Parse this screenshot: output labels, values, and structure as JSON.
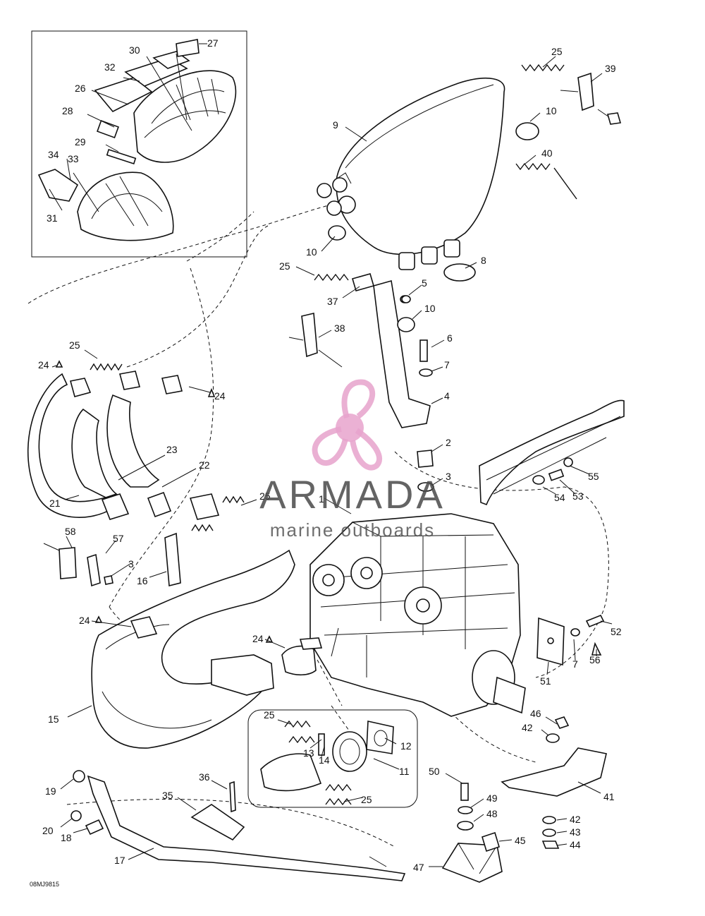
{
  "drawing_code": "08MJ9815",
  "watermark": {
    "name": "ARMADA",
    "subtitle": "marine outboards",
    "logo_color": "#e7a3cc",
    "text_color": "#4a4a4a"
  },
  "callouts": [
    {
      "id": "c27",
      "text": "27"
    },
    {
      "id": "c30",
      "text": "30"
    },
    {
      "id": "c32",
      "text": "32"
    },
    {
      "id": "c26",
      "text": "26"
    },
    {
      "id": "c28",
      "text": "28"
    },
    {
      "id": "c29",
      "text": "29"
    },
    {
      "id": "c34",
      "text": "34"
    },
    {
      "id": "c33",
      "text": "33"
    },
    {
      "id": "c31",
      "text": "31"
    },
    {
      "id": "c25a",
      "text": "25"
    },
    {
      "id": "c39",
      "text": "39"
    },
    {
      "id": "c9",
      "text": "9"
    },
    {
      "id": "c10a",
      "text": "10"
    },
    {
      "id": "c40",
      "text": "40"
    },
    {
      "id": "c10b",
      "text": "10"
    },
    {
      "id": "c8",
      "text": "8"
    },
    {
      "id": "c25b",
      "text": "25"
    },
    {
      "id": "c5",
      "text": "5"
    },
    {
      "id": "c37",
      "text": "37"
    },
    {
      "id": "c10c",
      "text": "10"
    },
    {
      "id": "c38",
      "text": "38"
    },
    {
      "id": "c6",
      "text": "6"
    },
    {
      "id": "c7a",
      "text": "7"
    },
    {
      "id": "c4",
      "text": "4"
    },
    {
      "id": "c2",
      "text": "2"
    },
    {
      "id": "c3a",
      "text": "3"
    },
    {
      "id": "c25c",
      "text": "25"
    },
    {
      "id": "c24a",
      "text": "24"
    },
    {
      "id": "c24b",
      "text": "24"
    },
    {
      "id": "c23",
      "text": "23"
    },
    {
      "id": "c22",
      "text": "22"
    },
    {
      "id": "c21",
      "text": "21"
    },
    {
      "id": "c25d",
      "text": "25"
    },
    {
      "id": "c1",
      "text": "1"
    },
    {
      "id": "c55",
      "text": "55"
    },
    {
      "id": "c54",
      "text": "54"
    },
    {
      "id": "c53",
      "text": "53"
    },
    {
      "id": "c58",
      "text": "58"
    },
    {
      "id": "c57",
      "text": "57"
    },
    {
      "id": "c3b",
      "text": "3"
    },
    {
      "id": "c16",
      "text": "16"
    },
    {
      "id": "c24c",
      "text": "24"
    },
    {
      "id": "c24d",
      "text": "24"
    },
    {
      "id": "c52",
      "text": "52"
    },
    {
      "id": "c7b",
      "text": "7"
    },
    {
      "id": "c56",
      "text": "56"
    },
    {
      "id": "c51",
      "text": "51"
    },
    {
      "id": "c15",
      "text": "15"
    },
    {
      "id": "c25e",
      "text": "25"
    },
    {
      "id": "c12",
      "text": "12"
    },
    {
      "id": "c13",
      "text": "13"
    },
    {
      "id": "c14",
      "text": "14"
    },
    {
      "id": "c11",
      "text": "11"
    },
    {
      "id": "c25f",
      "text": "25"
    },
    {
      "id": "c46",
      "text": "46"
    },
    {
      "id": "c42a",
      "text": "42"
    },
    {
      "id": "c50",
      "text": "50"
    },
    {
      "id": "c41",
      "text": "41"
    },
    {
      "id": "c49",
      "text": "49"
    },
    {
      "id": "c48",
      "text": "48"
    },
    {
      "id": "c42b",
      "text": "42"
    },
    {
      "id": "c43",
      "text": "43"
    },
    {
      "id": "c45",
      "text": "45"
    },
    {
      "id": "c44",
      "text": "44"
    },
    {
      "id": "c47",
      "text": "47"
    },
    {
      "id": "c19",
      "text": "19"
    },
    {
      "id": "c36",
      "text": "36"
    },
    {
      "id": "c35",
      "text": "35"
    },
    {
      "id": "c20",
      "text": "20"
    },
    {
      "id": "c18",
      "text": "18"
    },
    {
      "id": "c17",
      "text": "17"
    }
  ]
}
